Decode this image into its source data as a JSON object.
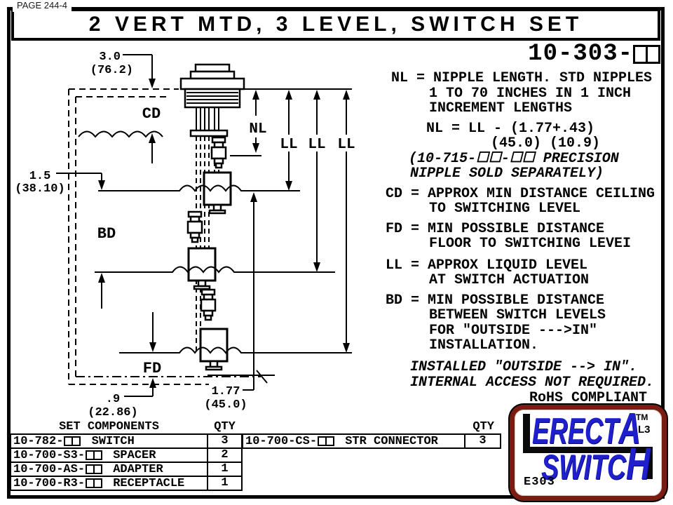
{
  "page_label": "PAGE 244-4",
  "title": "2 VERT MTD, 3 LEVEL, SWITCH SET",
  "part_number": {
    "prefix": "10-303-"
  },
  "notes": [
    "NL = NIPPLE LENGTH. STD NIPPLES",
    "1 TO 70 INCHES IN 1 INCH",
    "INCREMENT LENGTHS",
    "NL = LL - (1.77+.43)",
    "(45.0) (10.9)",
    "(10-715-☐☐-☐☐ PRECISION",
    "NIPPLE SOLD SEPARATELY)",
    "CD = APPROX MIN DISTANCE CEILING",
    "TO SWITCHING LEVEL",
    "FD = MIN POSSIBLE DISTANCE",
    "FLOOR TO SWITCHING LEVEI",
    "LL = APPROX LIQUID LEVEL",
    "AT SWITCH ACTUATION",
    "BD = MIN POSSIBLE DISTANCE",
    "BETWEEN SWITCH LEVELS",
    "FOR \"OUTSIDE --->IN\"",
    "INSTALLATION.",
    "INSTALLED \"OUTSIDE --> IN\".",
    "INTERNAL ACCESS NOT REQUIRED.",
    "RoHS COMPLIANT"
  ],
  "diagram": {
    "labels": {
      "cd": "CD",
      "bd": "BD",
      "fd": "FD",
      "nl": "NL",
      "ll1": "LL",
      "ll2": "LL",
      "ll3": "LL"
    },
    "dims": {
      "top_in": "3.0",
      "top_mm": "(76.2)",
      "mid_in": "1.5",
      "mid_mm": "(38.10)",
      "bot_in": ".9",
      "bot_mm": "(22.86)",
      "off_in": "1.77",
      "off_mm": "(45.0)"
    }
  },
  "components_table": {
    "header_components": "SET COMPONENTS",
    "header_qty": "QTY",
    "rows": [
      {
        "pn": "10-782-",
        "name": " SWITCH",
        "qty": "3"
      },
      {
        "pn": "10-700-S3-",
        "name": " SPACER",
        "qty": "2"
      },
      {
        "pn": "10-700-AS-",
        "name": " ADAPTER",
        "qty": "1"
      },
      {
        "pn": "10-700-R3-",
        "name": " RECEPTACLE",
        "qty": "1"
      }
    ]
  },
  "connector_table": {
    "header_qty": "QTY",
    "row": {
      "pn": "10-700-CS-",
      "name": " STR CONNECTOR",
      "qty": "3"
    }
  },
  "logo": {
    "word1_main": "ERECT",
    "word1_big": "A",
    "word2_main": "SWITC",
    "word2_big": "H",
    "tm": "TM",
    "l3": "L3",
    "code": "E303",
    "blue": "#1f1fcc",
    "red": "#7a1c12"
  }
}
